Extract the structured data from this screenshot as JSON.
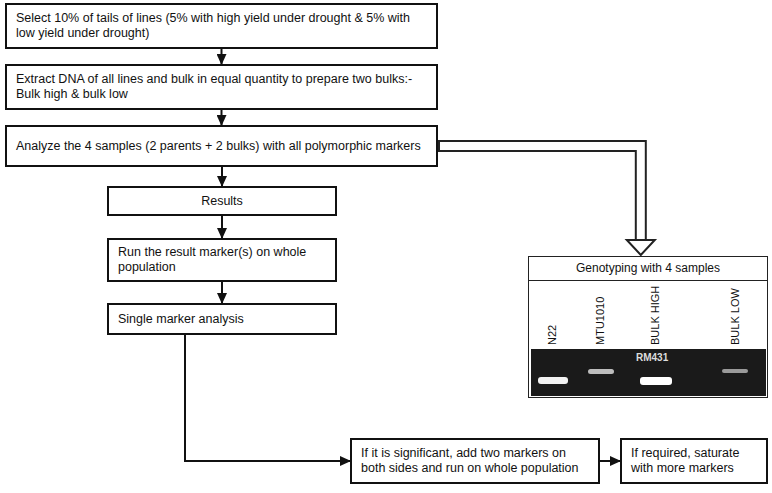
{
  "diagram": {
    "nodes": [
      {
        "text": [
          "Select 10% of tails of lines (5% with high yield under drought & 5% with low yield under drought)"
        ]
      },
      {
        "text": [
          "Extract DNA of all lines and bulk in equal quantity to prepare two bulks:-Bulk high & bulk low"
        ]
      },
      {
        "text": [
          "Analyze the 4 samples (2 parents + 2 bulks) with all polymorphic markers"
        ]
      },
      {
        "text": [
          "Results"
        ]
      },
      {
        "text": [
          "Run the result marker(s) on whole population"
        ]
      },
      {
        "text": [
          "Single marker analysis"
        ]
      },
      {
        "text": [
          "If it is significant, add two markers on both sides and run on whole population"
        ]
      },
      {
        "text": [
          "If required, saturate with more markers"
        ]
      },
      {
        "text": [
          "Genotyping with 4 samples"
        ]
      }
    ],
    "edges": [
      {
        "from": 0,
        "to": 1,
        "arrow": "to"
      },
      {
        "from": 1,
        "to": 2,
        "arrow": "to"
      },
      {
        "from": 2,
        "to": 3,
        "arrow": "to"
      },
      {
        "from": 3,
        "to": 4,
        "arrow": "to"
      },
      {
        "from": 4,
        "to": 5,
        "arrow": "to"
      },
      {
        "from": 5,
        "to": 6,
        "arrow": "to"
      },
      {
        "from": 6,
        "to": 7,
        "arrow": "to"
      },
      {
        "from": 2,
        "to": 8,
        "arrow": "to"
      }
    ],
    "labels": [
      "N22",
      "MTU1010",
      "BULK HIGH",
      "BULK LOW",
      "RM431"
    ]
  }
}
